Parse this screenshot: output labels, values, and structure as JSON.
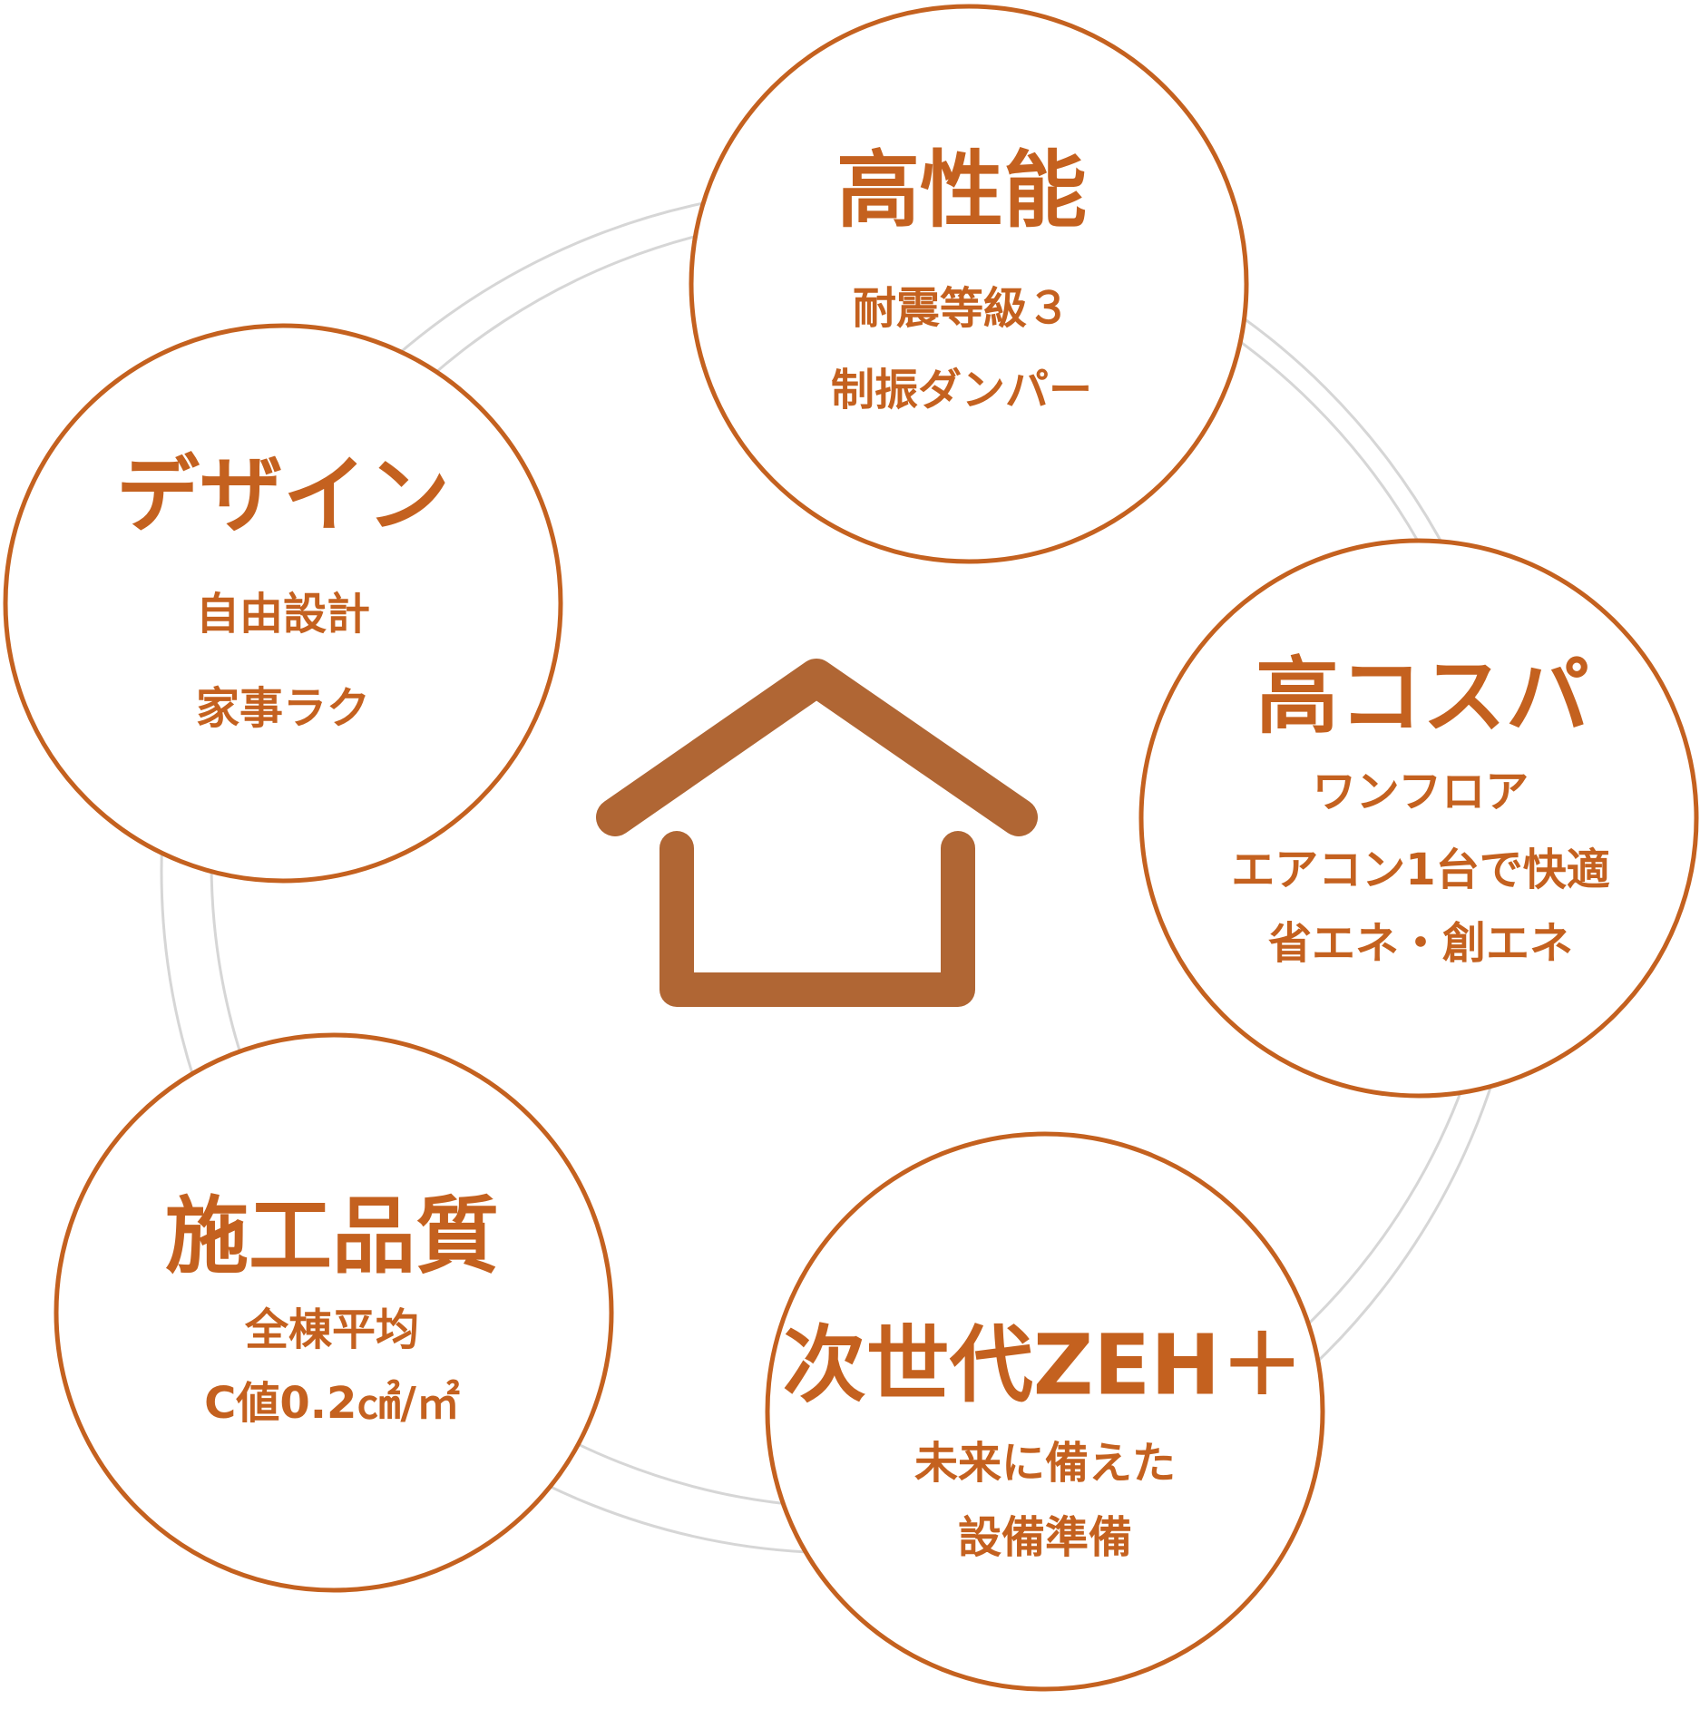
{
  "colors": {
    "accent": "#c4611f",
    "house": "#b06634",
    "ring": "#d6d6d6",
    "background": "#ffffff"
  },
  "center": {
    "icon": "house-icon"
  },
  "nodes": [
    {
      "id": "performance",
      "title": "高性能",
      "lines": [
        "耐震等級３",
        "制振ダンパー"
      ]
    },
    {
      "id": "cost",
      "title": "高コスパ",
      "lines": [
        "ワンフロア",
        "エアコン1台で快適",
        "省エネ・創エネ"
      ]
    },
    {
      "id": "zeh",
      "title": "次世代ZEH＋",
      "lines": [
        "未来に備えた",
        "設備準備"
      ]
    },
    {
      "id": "quality",
      "title": "施工品質",
      "lines": [
        "全棟平均",
        "C値0.2㎠/㎡"
      ]
    },
    {
      "id": "design",
      "title": "デザイン",
      "lines": [
        "自由設計",
        "家事ラク"
      ]
    }
  ]
}
